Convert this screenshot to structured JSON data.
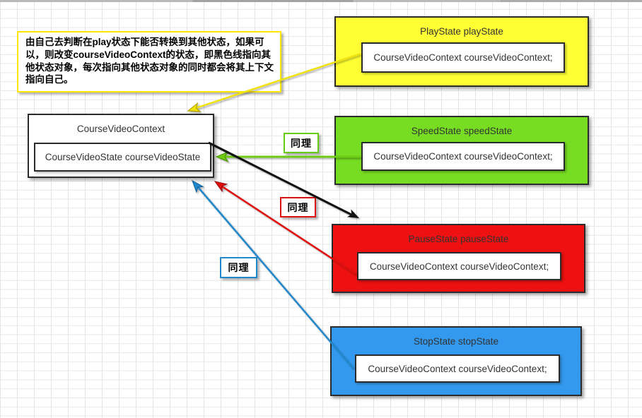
{
  "note": {
    "text": "由自己去判断在play状态下能否转换到其他状态，如果可以，则改变courseVideoContext的状态，即黑色线指向其他状态对象，每次指向其他状态对象的同时都会将其上下文指向自己。"
  },
  "context": {
    "title": "CourseVideoContext",
    "field": "CourseVideoState courseVideoState"
  },
  "states": {
    "play": {
      "title": "PlayState playState",
      "field": "CourseVideoContext courseVideoContext;",
      "color": "#ffff33"
    },
    "speed": {
      "title": "SpeedState speedState",
      "field": "CourseVideoContext courseVideoContext;",
      "color": "#77dd22"
    },
    "pause": {
      "title": "PauseState pauseState",
      "field": "CourseVideoContext courseVideoContext;",
      "color": "#ee1111"
    },
    "stop": {
      "title": "StopState stopState",
      "field": "CourseVideoContext courseVideoContext;",
      "color": "#3399ee"
    }
  },
  "labels": {
    "speed": {
      "text": "同理",
      "color": "#66cc11"
    },
    "pause": {
      "text": "同理",
      "color": "#dd1111"
    },
    "stop": {
      "text": "同理",
      "color": "#2288cc"
    }
  },
  "arrows": {
    "play_to_context": {
      "color": "#f0e20d",
      "outline": "#b7a800",
      "from": "PlayState",
      "to": "CourseVideoContext"
    },
    "speed_to_context": {
      "color": "#6ecc14",
      "outline": "#4a9900",
      "from": "SpeedState",
      "to": "CourseVideoContext"
    },
    "context_to_pause": {
      "color": "#111111",
      "outline": "#111111",
      "from": "CourseVideoContext",
      "to": "PauseState"
    },
    "pause_to_context": {
      "color": "#e01010",
      "outline": "#990000",
      "from": "PauseState",
      "to": "CourseVideoContext"
    },
    "stop_to_context": {
      "color": "#2288cc",
      "outline": "#115f99",
      "from": "StopState",
      "to": "CourseVideoContext"
    }
  }
}
